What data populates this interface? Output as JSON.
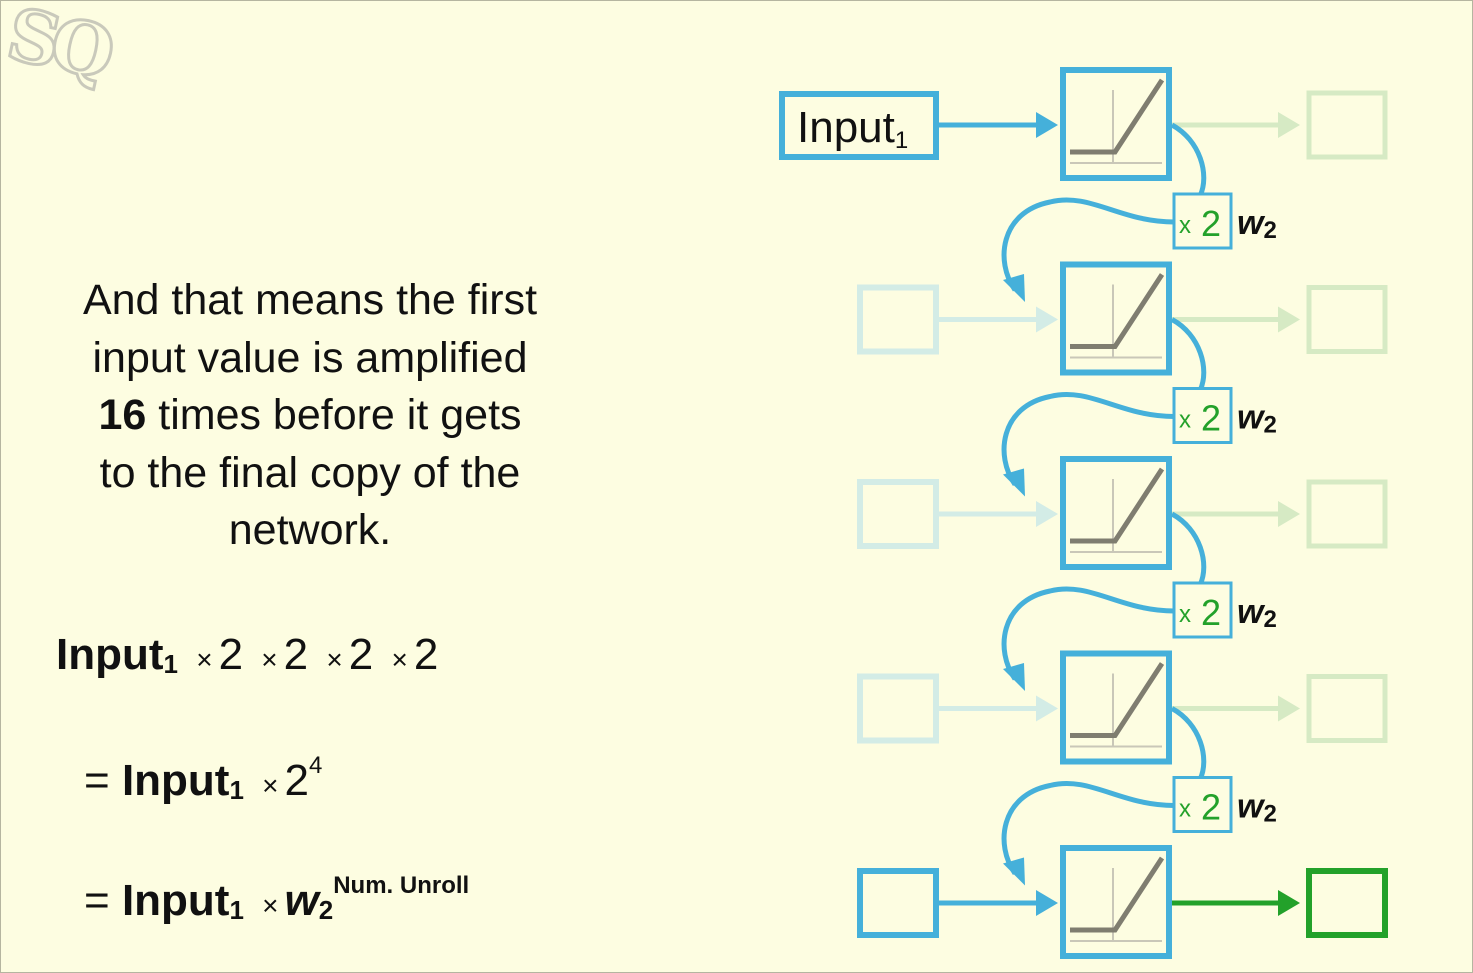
{
  "logo": "SQ",
  "explanation": {
    "line1": "And that means the first",
    "line2": "input value is amplified",
    "bold_number": "16",
    "line3_rest": " times before it gets",
    "line4": "to the final copy of the",
    "line5": "network."
  },
  "equations": {
    "eq1": {
      "input": "Input",
      "sub": "1",
      "factors": [
        "2",
        "2",
        "2",
        "2"
      ],
      "times": "×"
    },
    "eq2": {
      "equals": "=",
      "input": "Input",
      "sub": "1",
      "times": "×",
      "base": "2",
      "exp": "4"
    },
    "eq3": {
      "equals": "=",
      "input": "Input",
      "sub": "1",
      "times": "×",
      "w": "w",
      "wsub": "2",
      "exp": "Num. Unroll"
    }
  },
  "diagram": {
    "input_label": "Input",
    "input_sub": "1",
    "unroll_count": 5,
    "weight": {
      "times": "x",
      "value": "2",
      "w": "w",
      "wsub": "2"
    },
    "colors": {
      "blue": "#45b0da",
      "faded_blue": "#d3ece6",
      "faded_green": "#d6eac4",
      "green": "#23a12a",
      "relu": "#7f7d70"
    }
  }
}
